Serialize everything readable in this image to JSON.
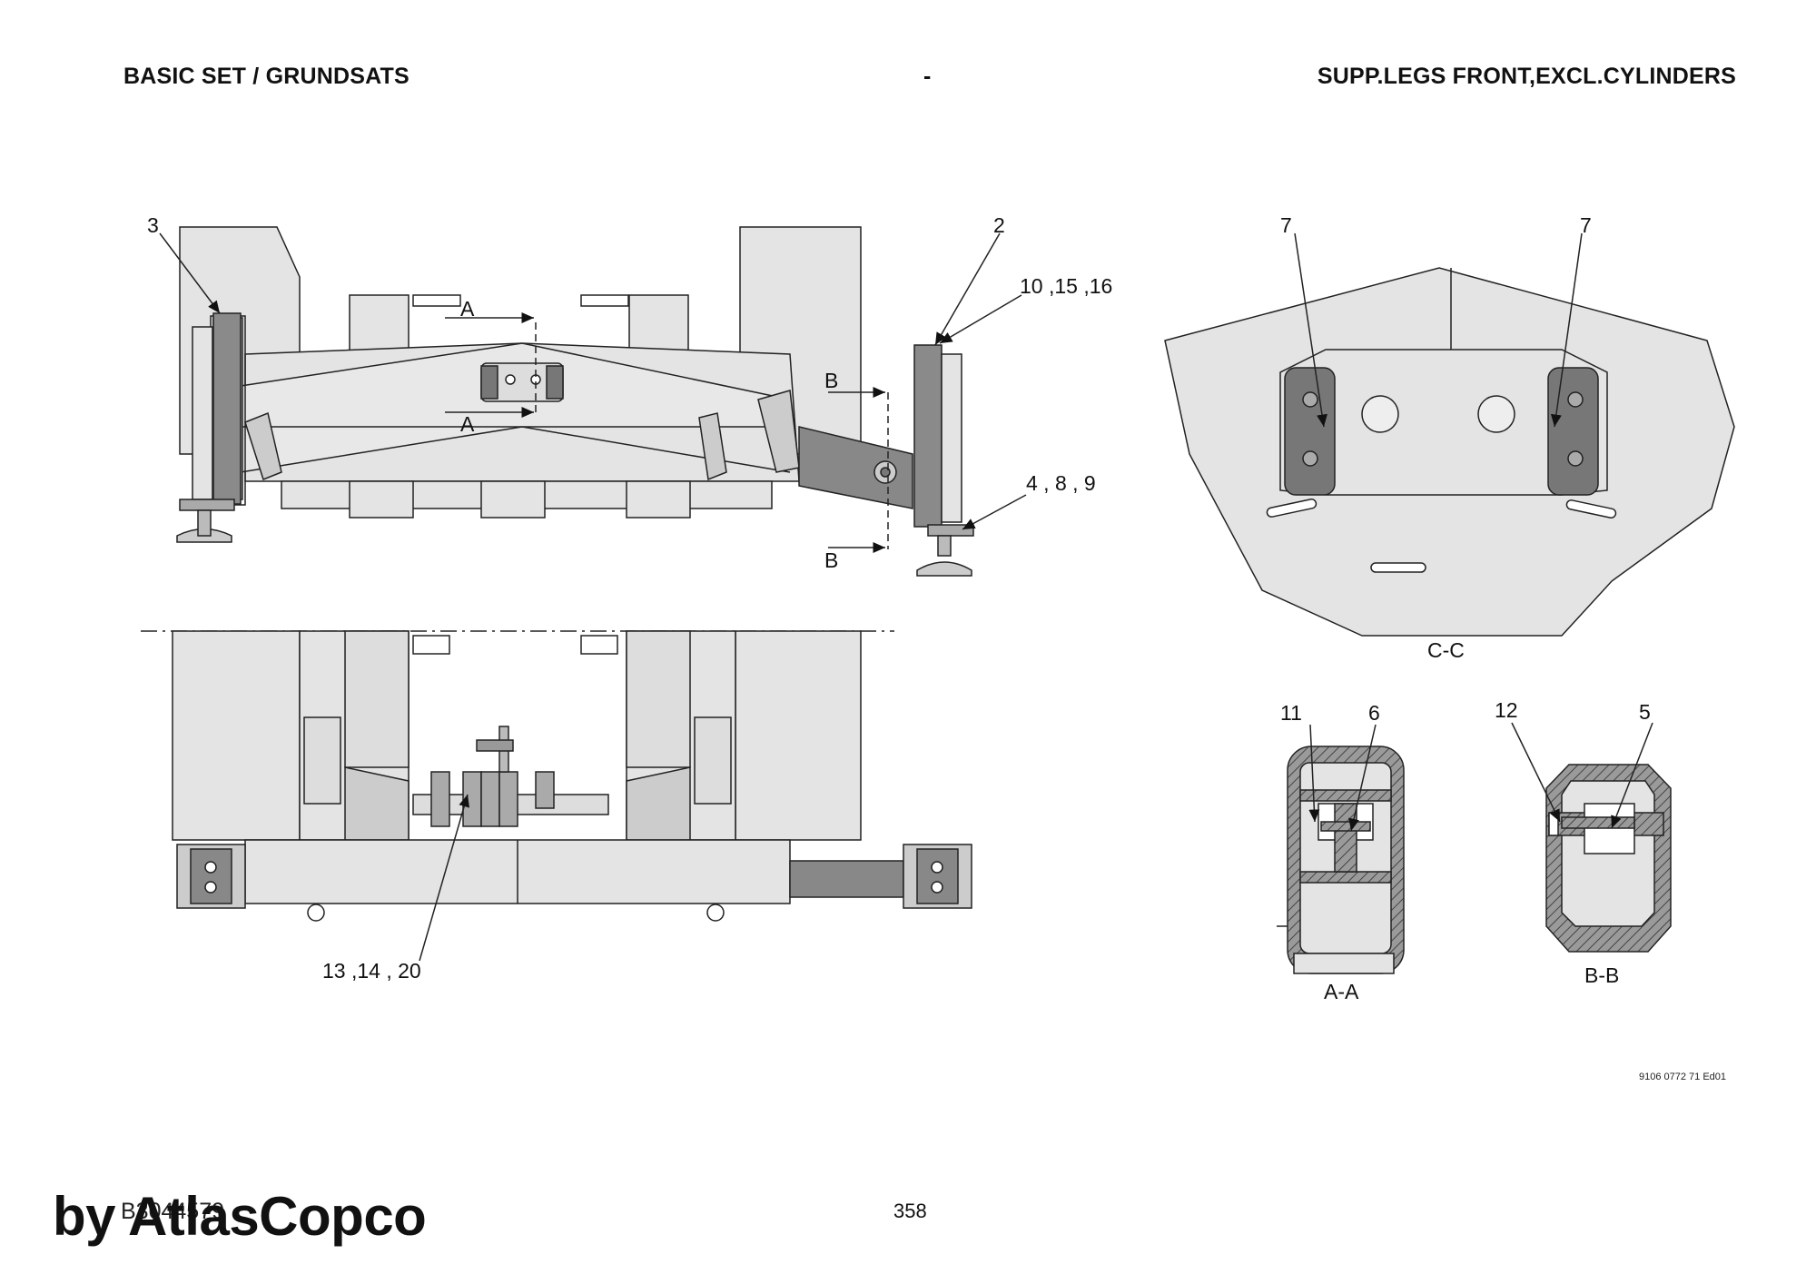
{
  "header": {
    "left": "BASIC SET / GRUNDSATS",
    "middle": "-",
    "right": "SUPP.LEGS FRONT,EXCL.CYLINDERS"
  },
  "callouts": {
    "c3": "3",
    "c2": "2",
    "c10": "10 ,15 ,16",
    "c489": "4 , 8 , 9",
    "c7l": "7",
    "c7r": "7",
    "c11": "11",
    "c6": "6",
    "c12": "12",
    "c5": "5",
    "c131420": "13 ,14 , 20"
  },
  "section_labels": {
    "a_top": "A",
    "a_bottom": "A",
    "b_top": "B",
    "b_bottom": "B",
    "cc": "C-C",
    "aa": "A-A",
    "bb": "B-B"
  },
  "footer": {
    "doc_ref": "9106 0772 71 Ed01",
    "page_number": "358",
    "left_ref": "B3044579",
    "watermark": "by AtlasCopco"
  },
  "colors": {
    "fill_light": "#e4e4e4",
    "fill_dark": "#8a8a8a",
    "line": "#222222"
  }
}
